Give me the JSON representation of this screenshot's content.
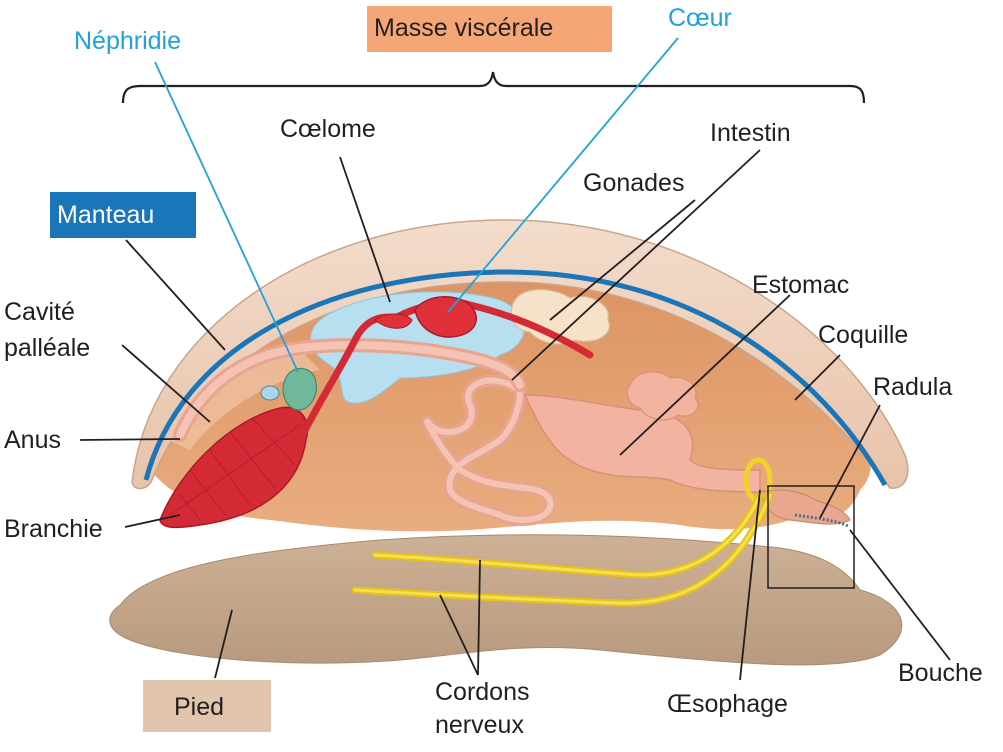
{
  "title": "Masse viscérale",
  "labels": {
    "nephridie": "Néphridie",
    "coeur": "Cœur",
    "coelome": "Cœlome",
    "intestin": "Intestin",
    "gonades": "Gonades",
    "manteau": "Manteau",
    "cavite_line1": "Cavité",
    "cavite_line2": "palléale",
    "anus": "Anus",
    "branchie": "Branchie",
    "estomac": "Estomac",
    "coquille": "Coquille",
    "radula": "Radula",
    "bouche": "Bouche",
    "pied": "Pied",
    "cordons_line1": "Cordons",
    "cordons_line2": "nerveux",
    "oesophage": "Œsophage"
  },
  "colors": {
    "shell": "#f0d5c2",
    "mantle_line": "#1a75b9",
    "body": "#e6a06f",
    "foot": "#c9ad92",
    "coelom": "#b8dff0",
    "heart": "#e0313a",
    "gill": "#d42a36",
    "gut": "#f2b3a0",
    "gonads": "#f6e2c8",
    "nerve": "#f2d22a",
    "nephridium": "#6fb99a",
    "callout_accent": "#1fa3d9"
  }
}
